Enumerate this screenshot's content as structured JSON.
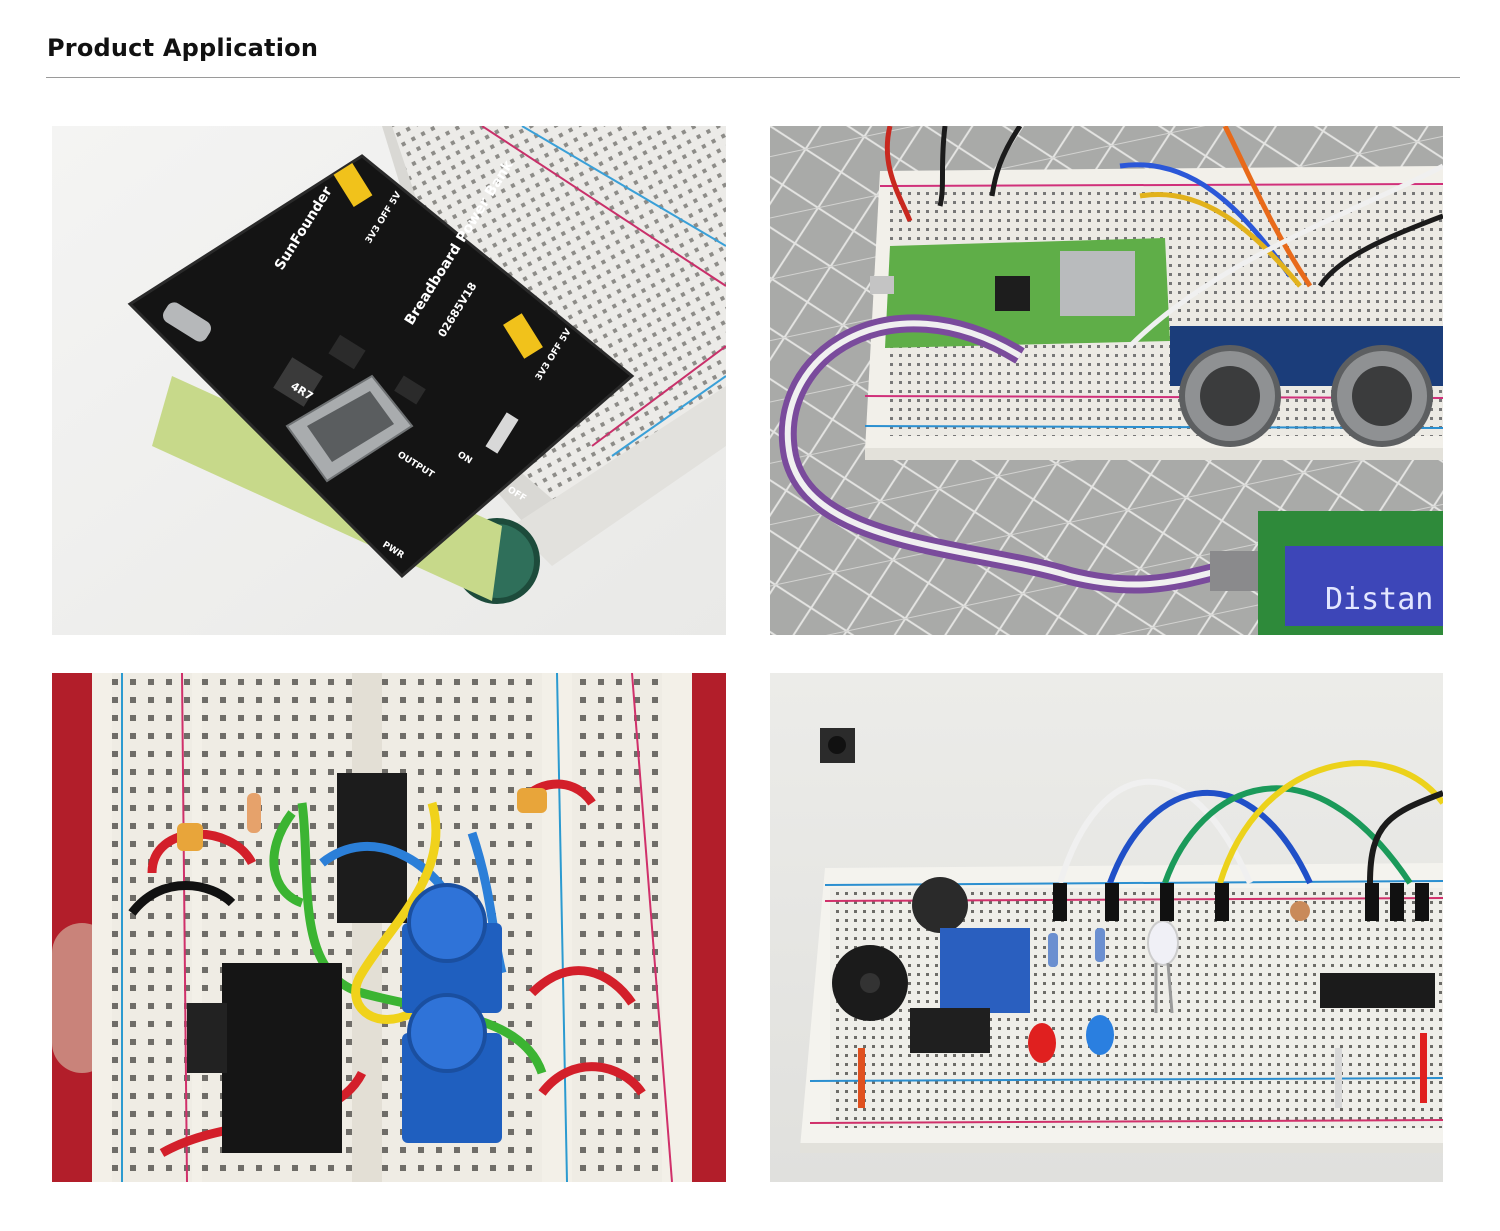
{
  "header": {
    "title": "Product Application"
  },
  "photos": [
    {
      "pcb_brand": "SunFounder",
      "pcb_label": "Breadboard Power Bank",
      "pcb_code": "02685V18",
      "switch_left": "3V3 OFF 5V",
      "switch_right": "3V3 OFF 5V",
      "port_label": "OUTPUT",
      "on_label": "ON",
      "off_label": "OFF",
      "pwr_label": "PWR",
      "inductor_label": "4R7"
    },
    {
      "lcd_text": "Distan"
    },
    {},
    {}
  ]
}
